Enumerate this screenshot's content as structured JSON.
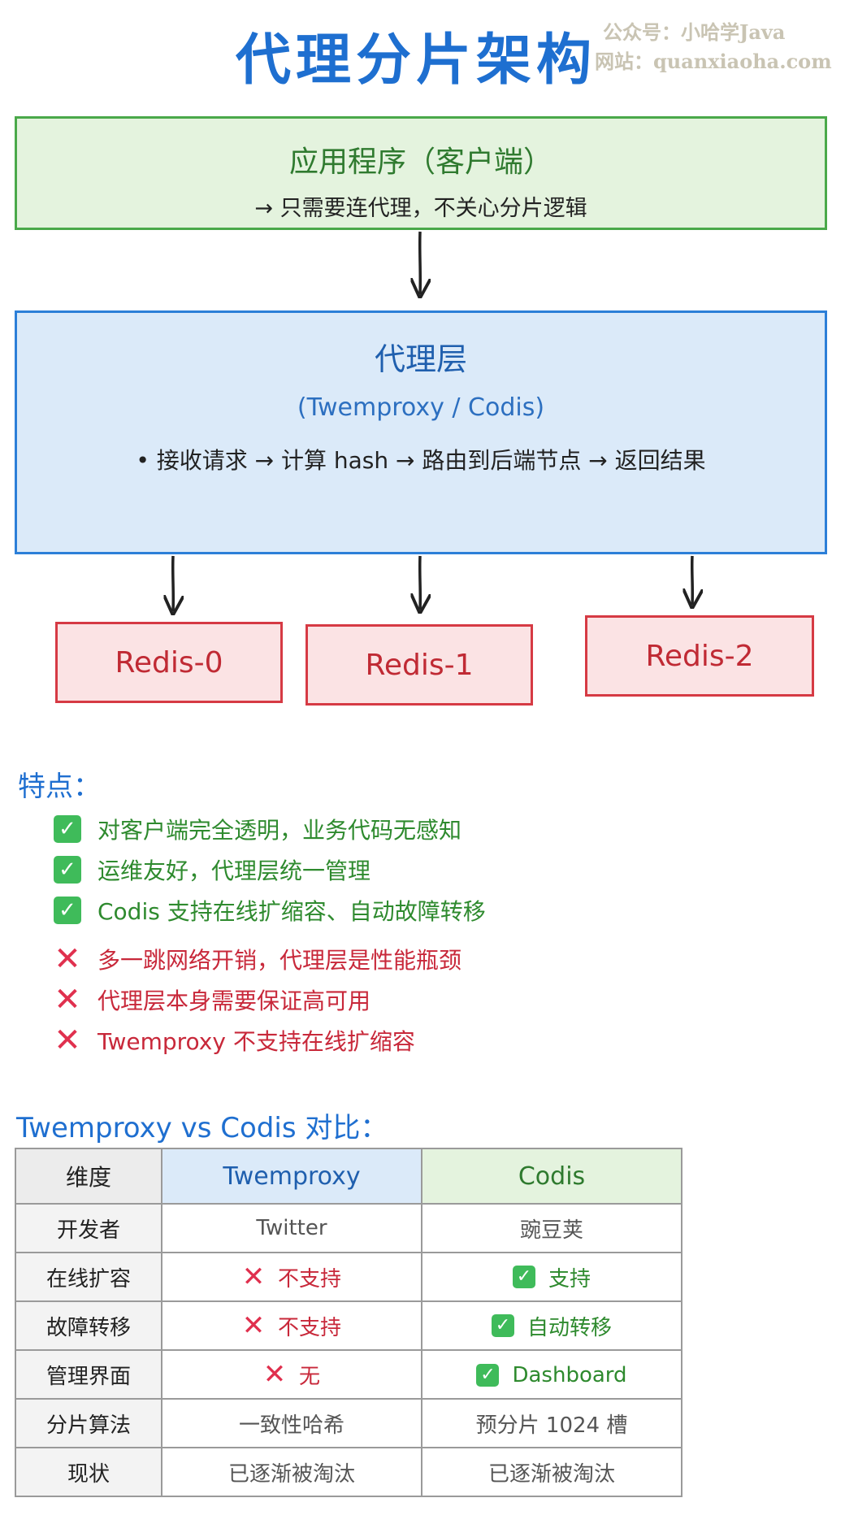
{
  "title": "代理分片架构",
  "watermark": {
    "line1": "公众号：小哈学Java",
    "line2": "网站：quanxiaoha.com"
  },
  "colors": {
    "green_accent": "#4aa94a",
    "blue_accent": "#2c7fd8",
    "red_accent": "#d63a44"
  },
  "app_box": {
    "title": "应用程序（客户端）",
    "subtitle": "→ 只需要连代理，不关心分片逻辑"
  },
  "proxy_box": {
    "title": "代理层",
    "subtitle": "(Twemproxy / Codis)",
    "flow": "• 接收请求 → 计算 hash → 路由到后端节点 → 返回结果"
  },
  "redis_nodes": [
    "Redis-0",
    "Redis-1",
    "Redis-2"
  ],
  "features": {
    "title": "特点：",
    "pros": [
      "对客户端完全透明，业务代码无感知",
      "运维友好，代理层统一管理",
      "Codis 支持在线扩缩容、自动故障转移"
    ],
    "cons": [
      "多一跳网络开销，代理层是性能瓶颈",
      "代理层本身需要保证高可用",
      "Twemproxy 不支持在线扩缩容"
    ],
    "pro_icon": "check-icon",
    "con_icon": "cross-icon"
  },
  "comparison": {
    "title": "Twemproxy vs Codis 对比：",
    "headers": [
      "维度",
      "Twemproxy",
      "Codis"
    ],
    "rows": [
      {
        "dim": "开发者",
        "twemproxy": "Twitter",
        "codis": "豌豆荚"
      },
      {
        "dim": "在线扩容",
        "twemproxy": "不支持",
        "codis": "支持"
      },
      {
        "dim": "故障转移",
        "twemproxy": "不支持",
        "codis": "自动转移"
      },
      {
        "dim": "管理界面",
        "twemproxy": "无",
        "codis": "Dashboard"
      },
      {
        "dim": "分片算法",
        "twemproxy": "一致性哈希",
        "codis": "预分片 1024 槽"
      },
      {
        "dim": "现状",
        "twemproxy": "已逐渐被淘汰",
        "codis": "已逐渐被淘汰"
      }
    ]
  }
}
